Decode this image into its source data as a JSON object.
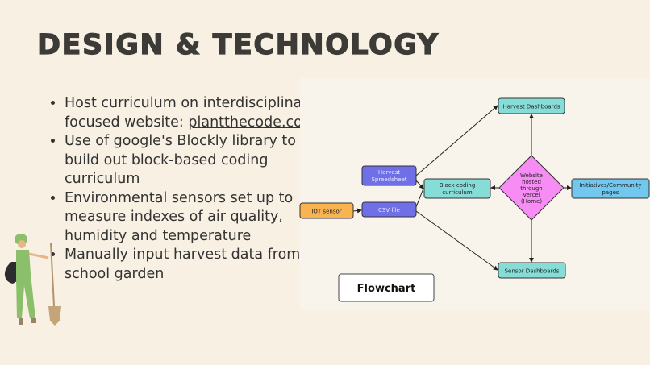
{
  "slide": {
    "title": "DESIGN & TECHNOLOGY",
    "bullets": [
      {
        "text": "Host curriculum on interdisciplinary focused website: ",
        "link": "plantthecode.com"
      },
      {
        "text": "Use of google's Blockly library to build out block-based coding curriculum"
      },
      {
        "text": "Environmental sensors set up to measure indexes of air quality, humidity and temperature"
      },
      {
        "text": "Manually input harvest data from school garden"
      }
    ]
  },
  "flowchart": {
    "label": "Flowchart",
    "nodes": {
      "harvest_dashboards": "Harvest Dashboards",
      "harvest_spreadsheet": [
        "Harvest",
        "Spreedsheet"
      ],
      "block_coding": [
        "Block coding",
        "curriculum"
      ],
      "website": [
        "Website",
        "hosted",
        "through",
        "Vercel",
        "(Home)"
      ],
      "initiatives": [
        "Initiatives/Community",
        "pages"
      ],
      "iot_sensor": "IOT sensor",
      "csv_file": "CSV file",
      "sensor_dashboards": "Sensor Dashboards"
    },
    "colors": {
      "teal": "#86dcd6",
      "purple": "#6f6fe8",
      "pink": "#f68cf4",
      "blue": "#72c7ee",
      "orange": "#f9b451"
    }
  }
}
